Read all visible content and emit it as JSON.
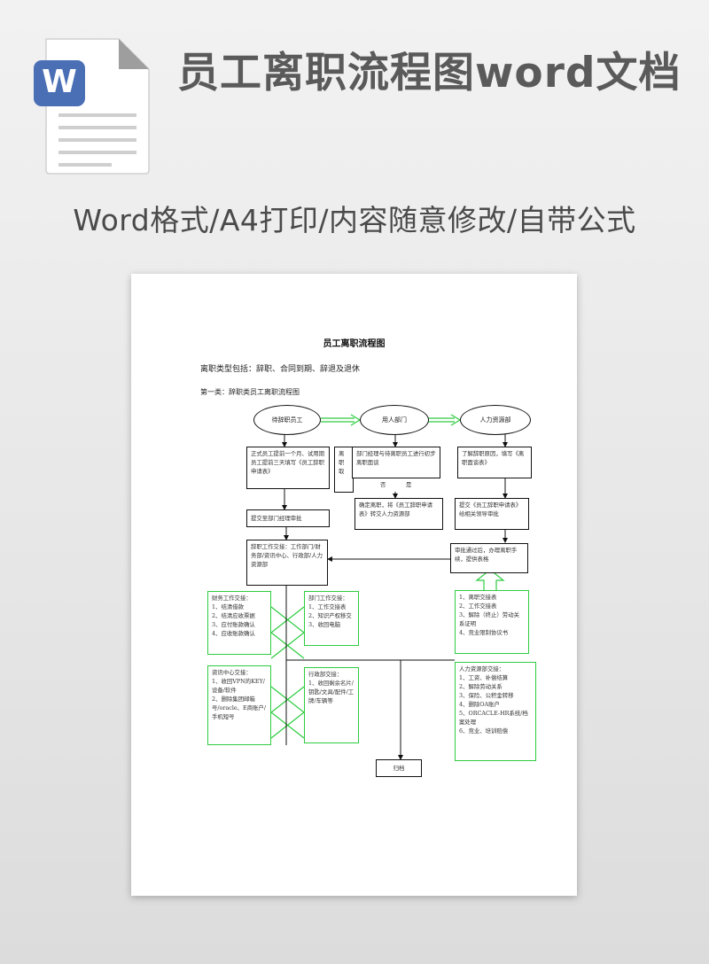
{
  "header": {
    "icon_letter": "W",
    "title": "员工离职流程图word文档",
    "subtitle": "Word格式/A4打印/内容随意修改/自带公式"
  },
  "document": {
    "title": "员工离职流程图",
    "types_line": "离职类型包括：辞职、合同到期、辞退及退休",
    "section_line": "第一类：辞职类员工离职流程图",
    "flow": {
      "roles": [
        "待辞职员工",
        "用人部门",
        "人力资源部"
      ],
      "step_employee_apply": "正式员工提前一个月、试用期员工提前三天填写《员工辞职申请表》",
      "step_dept_talk": "部门经理与待离职员工进行初步离职面谈",
      "step_hr_learn": "了解辞职原因，填写《离职面谈表》",
      "hidden_left_box": "离\n职\n取",
      "decision_no": "否",
      "decision_yes": "是",
      "step_submit_manager": "提交至部门经理审批",
      "step_confirm": "确定离职，将《员工辞职申请表》转交人力资源部",
      "step_hr_submit": "提交《员工辞职申请表》给相关领导审批",
      "step_handover": "辞职工作交接：工作部门/财务部/资讯中心、行政部/人力资源部",
      "step_approved": "审批通过后，办理离职手续，提供表格",
      "forms_box": "1、离职交接表\n2、工作交接表\n3、解除（终止）劳动关系证明\n4、竞业限制协议书",
      "finance_box": "财务工作交接：\n1、结清借款\n2、结清应收票据\n3、应付账款确认\n4、应收账款确认",
      "dept_box": "部门工作交接：\n1、工作交接表\n2、知识产权移交\n3、收回电脑",
      "it_box": "资讯中心交接：\n1、收回VPN的KEY/设备/软件\n2、删除集团邮箱号/oracle、E商账户/手机短号",
      "admin_box": "行政部交接：\n1、收回剩余名片/钥匙/文具/配件/工牌/车辆等",
      "hr_box": "人力资源部交接：\n1、工资、补偿结算\n2、解除劳动关系\n3、保险、公积金转移\n4、删除OA账户\n5、ORCACLE-HR系统/档案处理\n6、竞业、培训赔偿",
      "archive": "归档"
    }
  }
}
